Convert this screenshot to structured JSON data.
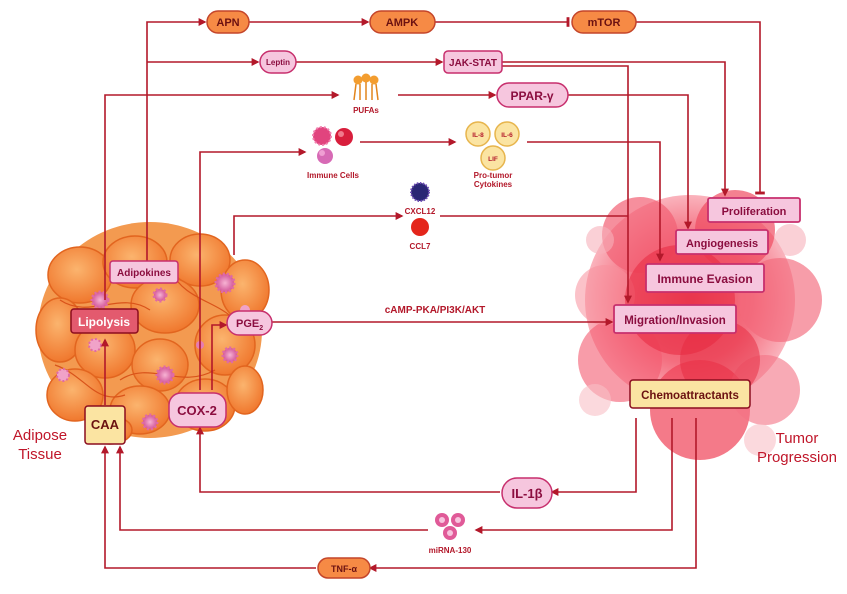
{
  "colors": {
    "arrow": "#b3182a",
    "tissue_title": "#c0162a",
    "orange_node_fill": "#f68a45",
    "pink_node_fill": "#f6c6de",
    "pink_node_stroke": "#b3182a",
    "yellow_node_fill": "#fbe4a2",
    "tumor_red": "#f03a55"
  },
  "left_title": {
    "line1": "Adipose",
    "line2": "Tissue"
  },
  "right_title": {
    "line1": "Tumor",
    "line2": "Progression"
  },
  "top_row": {
    "apn": "APN",
    "ampk": "AMPK",
    "mtor": "mTOR"
  },
  "signals": {
    "leptin": "Leptin",
    "jak_stat": "JAK-STAT",
    "pufas": "PUFAs",
    "ppar": "PPAR-γ",
    "immune_cells": "Immune Cells",
    "il8": "IL-8",
    "il6": "IL-6",
    "lif": "LIF",
    "cytokines_line1": "Pro-tumor",
    "cytokines_line2": "Cytokines",
    "cxcl12": "CXCL12",
    "ccl7": "CCL7",
    "camp_pathway": "cAMP-PKA/PI3K/AKT",
    "il1b": "IL-1β",
    "mirna": "miRNA-130",
    "tnf": "TNF-α"
  },
  "adipose_nodes": {
    "adipokines": "Adipokines",
    "lipolysis": "Lipolysis",
    "pge2_main": "PGE",
    "pge2_sub": "2",
    "cox2": "COX-2",
    "caa": "CAA"
  },
  "tumor_outcomes": {
    "proliferation": "Proliferation",
    "angiogenesis": "Angiogenesis",
    "immune_evasion": "Immune Evasion",
    "migration": "Migration/Invasion",
    "chemoattractants": "Chemoattractants"
  }
}
